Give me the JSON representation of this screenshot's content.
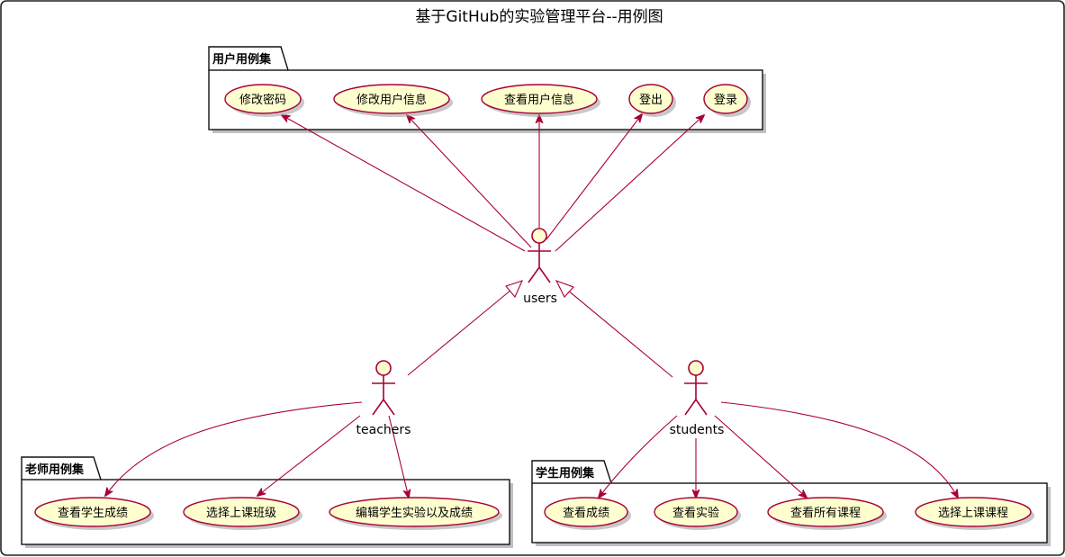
{
  "title": "基于GitHub的实验管理平台--用例图",
  "colors": {
    "line": "#A80036",
    "use_case_fill": "#FEFECE",
    "actor_fill": "#FEFECE",
    "package_border": "#111111",
    "background": "#ffffff"
  },
  "packages": {
    "users_pkg": {
      "label": "用户用例集"
    },
    "teachers_pkg": {
      "label": "老师用例集"
    },
    "students_pkg": {
      "label": "学生用例集"
    }
  },
  "use_cases": {
    "change_password": "修改密码",
    "edit_user_info": "修改用户信息",
    "view_user_info": "查看用户信息",
    "logout": "登出",
    "login": "登录",
    "teacher_view_grades": "查看学生成绩",
    "select_class": "选择上课班级",
    "edit_experiments_grades": "编辑学生实验以及成绩",
    "student_view_grades": "查看成绩",
    "view_experiments": "查看实验",
    "view_all_courses": "查看所有课程",
    "select_courses": "选择上课课程"
  },
  "actors": {
    "users": "users",
    "teachers": "teachers",
    "students": "students"
  },
  "relations": [
    {
      "from": "users",
      "to": "change_password",
      "kind": "association"
    },
    {
      "from": "users",
      "to": "edit_user_info",
      "kind": "association"
    },
    {
      "from": "users",
      "to": "view_user_info",
      "kind": "association"
    },
    {
      "from": "users",
      "to": "logout",
      "kind": "association"
    },
    {
      "from": "users",
      "to": "login",
      "kind": "association"
    },
    {
      "from": "teachers",
      "to": "users",
      "kind": "generalization"
    },
    {
      "from": "students",
      "to": "users",
      "kind": "generalization"
    },
    {
      "from": "teachers",
      "to": "teacher_view_grades",
      "kind": "association"
    },
    {
      "from": "teachers",
      "to": "select_class",
      "kind": "association"
    },
    {
      "from": "teachers",
      "to": "edit_experiments_grades",
      "kind": "association"
    },
    {
      "from": "students",
      "to": "student_view_grades",
      "kind": "association"
    },
    {
      "from": "students",
      "to": "view_experiments",
      "kind": "association"
    },
    {
      "from": "students",
      "to": "view_all_courses",
      "kind": "association"
    },
    {
      "from": "students",
      "to": "select_courses",
      "kind": "association"
    }
  ]
}
